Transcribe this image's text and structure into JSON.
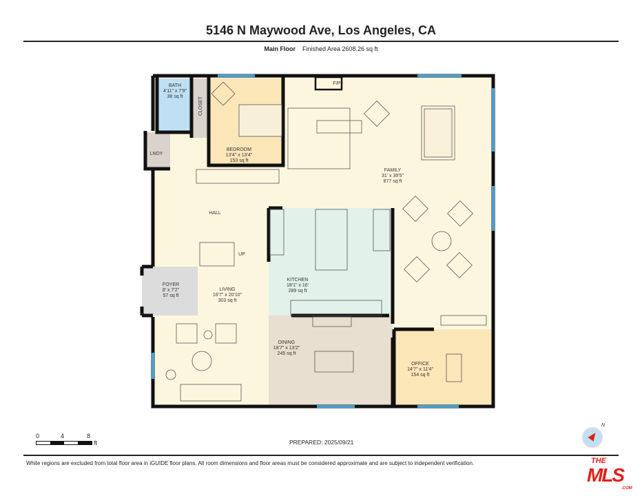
{
  "title": "5146 N Maywood Ave, Los Angeles, CA",
  "floor": {
    "name": "Main Floor",
    "area": "Finished Area 2608.26 sq ft"
  },
  "rooms": [
    {
      "name": "BATH",
      "dims": "4'11\" x 7'9\"",
      "area": "38 sq ft"
    },
    {
      "name": "BEDROOM",
      "dims": "13'4\" x 13'4\"",
      "area": "153 sq ft"
    },
    {
      "name": "FAMILY",
      "dims": "31' x 39'5\"",
      "area": "877 sq ft"
    },
    {
      "name": "KITCHEN",
      "dims": "18'1\" x 16'",
      "area": "289 sq ft"
    },
    {
      "name": "FOYER",
      "dims": "8' x 7'2\"",
      "area": "57 sq ft"
    },
    {
      "name": "LIVING",
      "dims": "16'7\" x 20'10\"",
      "area": "303 sq ft"
    },
    {
      "name": "DINING",
      "dims": "18'7\" x 13'2\"",
      "area": "245 sq ft"
    },
    {
      "name": "OFFICE",
      "dims": "14'7\" x 11'4\"",
      "area": "154 sq ft"
    }
  ],
  "labels": {
    "closet": "CLOSET",
    "laundry": "LNDY",
    "hall": "HALL",
    "fireplace": "F/P",
    "stairs": "UP"
  },
  "scale": {
    "t0": "0",
    "t1": "4",
    "t2": "8",
    "unit": "ft"
  },
  "prepared": "PREPARED: 2025/09/21",
  "compass": "N",
  "disclaimer": "White regions are excluded from total floor area in iGUIDE floor plans. All room dimensions and floor areas must be considered approximate and are subject to independent verification.",
  "logo": {
    "top": "THE",
    "main": "MLS",
    "suffix": ".COM"
  }
}
